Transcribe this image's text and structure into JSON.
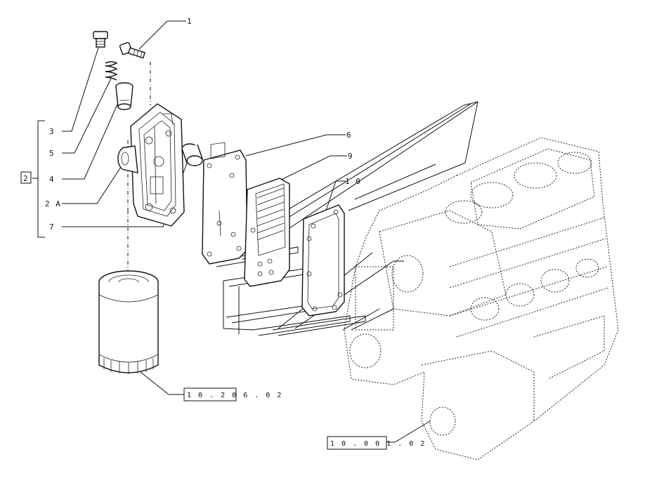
{
  "callouts": {
    "c1": "1",
    "c3": "3",
    "c5": "5",
    "c4": "4",
    "c2a": "2 A",
    "c7": "7",
    "c6": "6",
    "c9": "9",
    "c10": "1 0",
    "group": "2"
  },
  "references": {
    "filter_ref": "1 0 . 2 0 6 . 0 2",
    "engine_ref": "1 0 . 0 0 1 . 0 2"
  }
}
